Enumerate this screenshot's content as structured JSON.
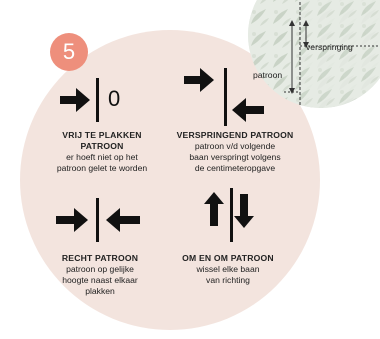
{
  "badge": {
    "number": "5",
    "color": "#ee8f7c"
  },
  "background_color": "#f3e4de",
  "sample": {
    "label_offset": "verspringing",
    "label_pattern": "patroon"
  },
  "items": [
    {
      "title_lines": [
        "VRIJ TE PLAKKEN",
        "PATROON"
      ],
      "desc_lines": [
        "er hoeft niet op het",
        "patroon gelet te worden"
      ],
      "symbol_text": "0"
    },
    {
      "title_lines": [
        "VERSPRINGEND PATROON"
      ],
      "desc_lines": [
        "patroon v/d volgende",
        "baan verspringt volgens",
        "de centimeteropgave"
      ]
    },
    {
      "title_lines": [
        "RECHT PATROON"
      ],
      "desc_lines": [
        "patroon op gelijke",
        "hoogte naast elkaar",
        "plakken"
      ]
    },
    {
      "title_lines": [
        "OM EN OM PATROON"
      ],
      "desc_lines": [
        "wissel elke baan",
        "van richting"
      ]
    }
  ]
}
